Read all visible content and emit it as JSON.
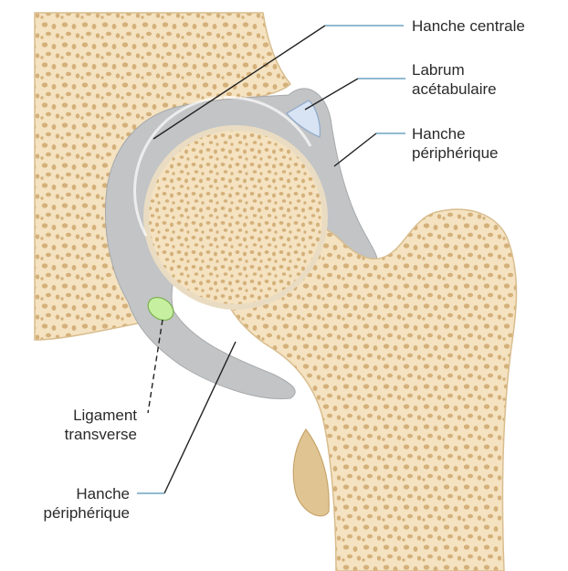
{
  "labels": {
    "central_hip": "Hanche centrale",
    "labrum_line1": "Labrum",
    "labrum_line2": "acétabulaire",
    "peripheral_top_line1": "Hanche",
    "peripheral_top_line2": "périphérique",
    "ligament_line1": "Ligament",
    "ligament_line2": "transverse",
    "peripheral_bottom_line1": "Hanche",
    "peripheral_bottom_line2": "périphérique"
  },
  "colors": {
    "bone": "#f4e2c0",
    "bone_edge": "#d9bd8e",
    "trabecula_hole": "#d4b07a",
    "cartilage_gap": "#c9cacb",
    "capsule_gray": "#c2c4c6",
    "labrum": "#d8e4f4",
    "ligament": "#c6f0a0",
    "leader_line": "#222222",
    "accent_line": "#6fa4c0",
    "muscle": "#e0c592"
  }
}
